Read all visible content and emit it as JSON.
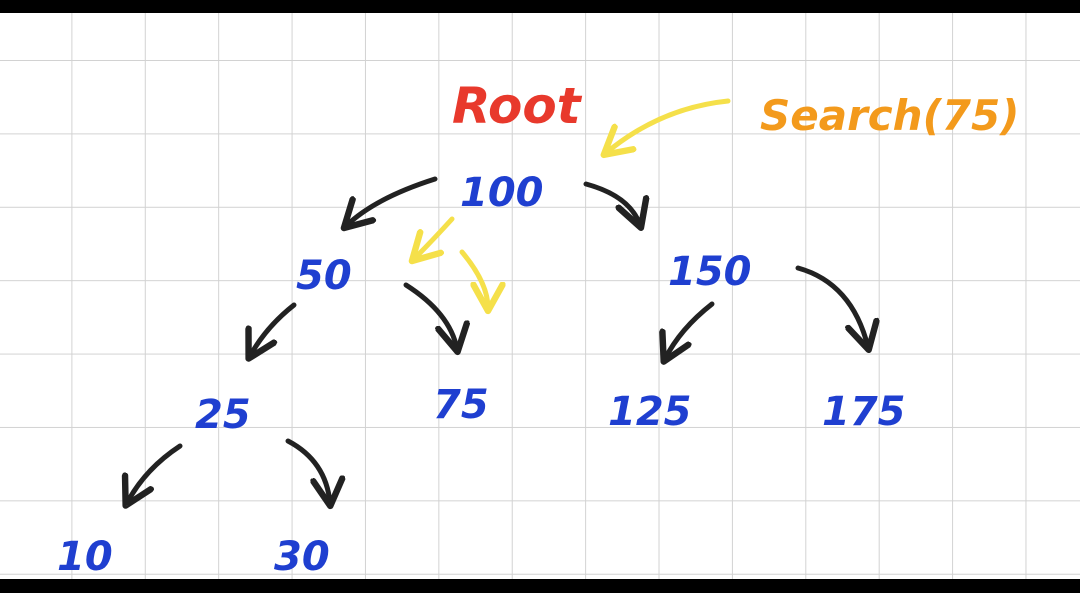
{
  "labels": {
    "root": "Root",
    "search": "Search(75)"
  },
  "nodes": {
    "n100": "100",
    "n50": "50",
    "n150": "150",
    "n25": "25",
    "n75": "75",
    "n125": "125",
    "n175": "175",
    "n10": "10",
    "n30": "30"
  },
  "colors": {
    "node_text": "#1f3fd0",
    "edge_arrow": "#222222",
    "search_path": "#f5e04a",
    "root_label": "#e8392c",
    "search_label": "#f39a1c",
    "search_value": "#7cc242",
    "grid": "#d2d2d2"
  }
}
